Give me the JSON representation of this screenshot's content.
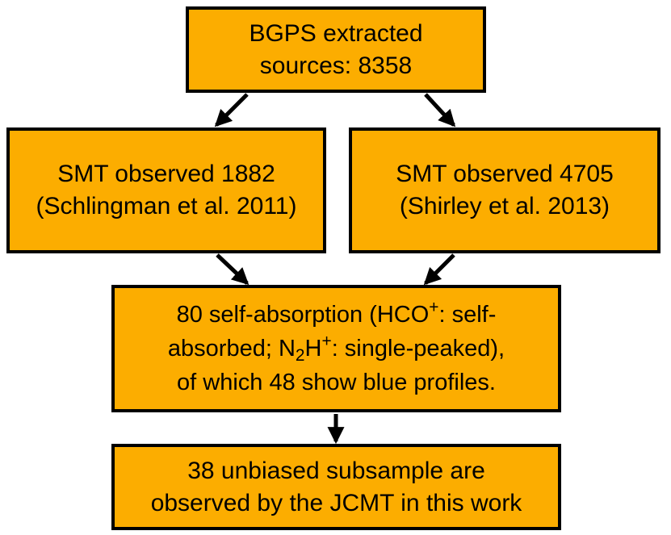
{
  "boxes": {
    "bgps": {
      "line1": "BGPS extracted",
      "line2": "sources: 8358"
    },
    "smt_schlingman": {
      "line1": "SMT observed 1882",
      "line2": "(Schlingman et al. 2011)"
    },
    "smt_shirley": {
      "line1": "SMT observed 4705",
      "line2": "(Shirley et al. 2013)"
    },
    "self_absorption": {
      "l1_a": "80 self-absorption (HCO",
      "l1_sup": "+",
      "l1_b": ": self-",
      "l2_a": "absorbed; N",
      "l2_sub": "2",
      "l2_b": "H",
      "l2_sup": "+",
      "l2_c": ": single-peaked),",
      "l3": "of which 48 show blue profiles."
    },
    "jcmt": {
      "line1": "38 unbiased subsample are",
      "line2": "observed by the JCMT in this work"
    }
  },
  "colors": {
    "box_fill": "#fcad00",
    "border": "#000000",
    "arrow": "#000000"
  }
}
